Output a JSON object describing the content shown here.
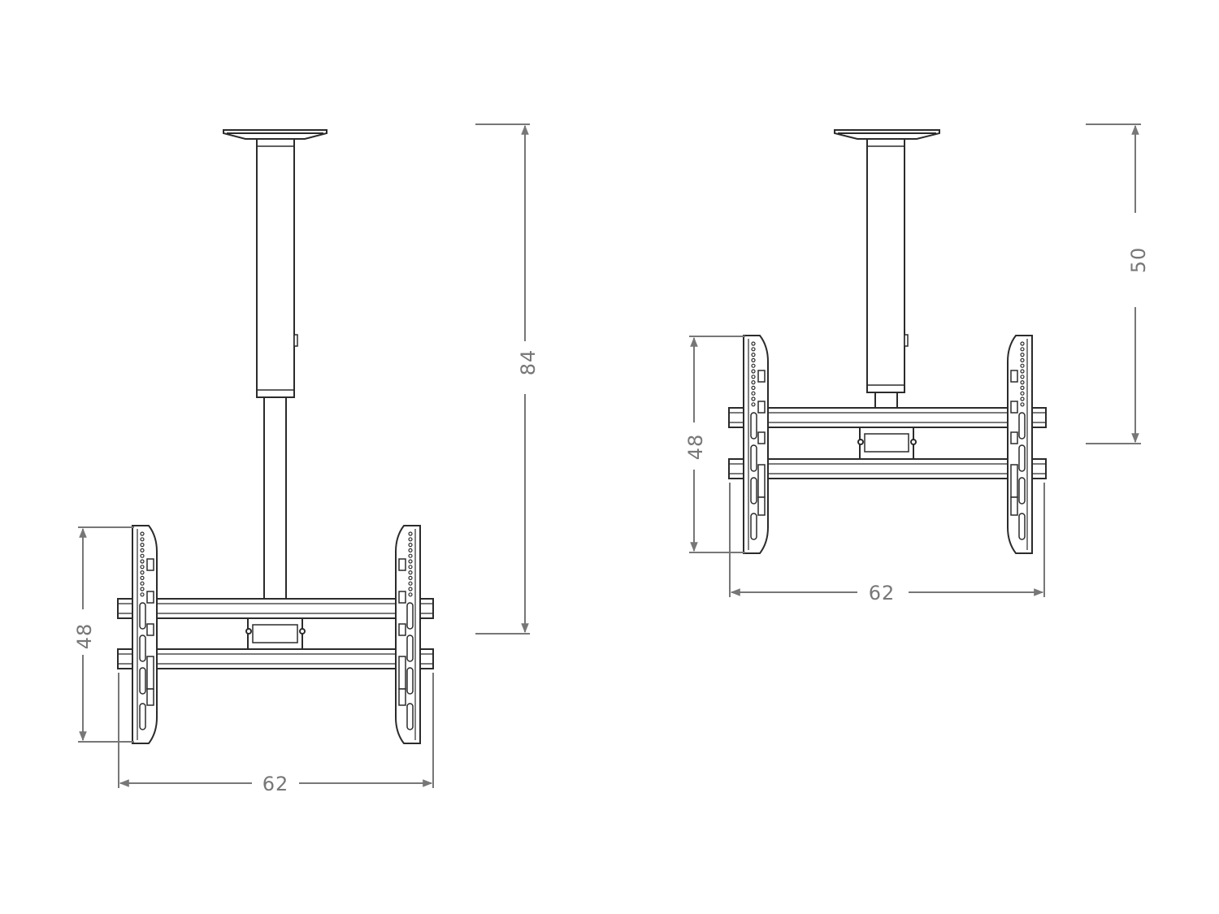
{
  "figure": {
    "extended": {
      "dimension_height": "84",
      "dimension_bracket_height": "48",
      "dimension_width": "62"
    },
    "retracted": {
      "dimension_height": "50",
      "dimension_bracket_height": "48",
      "dimension_width": "62"
    }
  },
  "colors": {
    "line": "#2b2b2b",
    "dimension": "#777777",
    "background": "#ffffff"
  }
}
